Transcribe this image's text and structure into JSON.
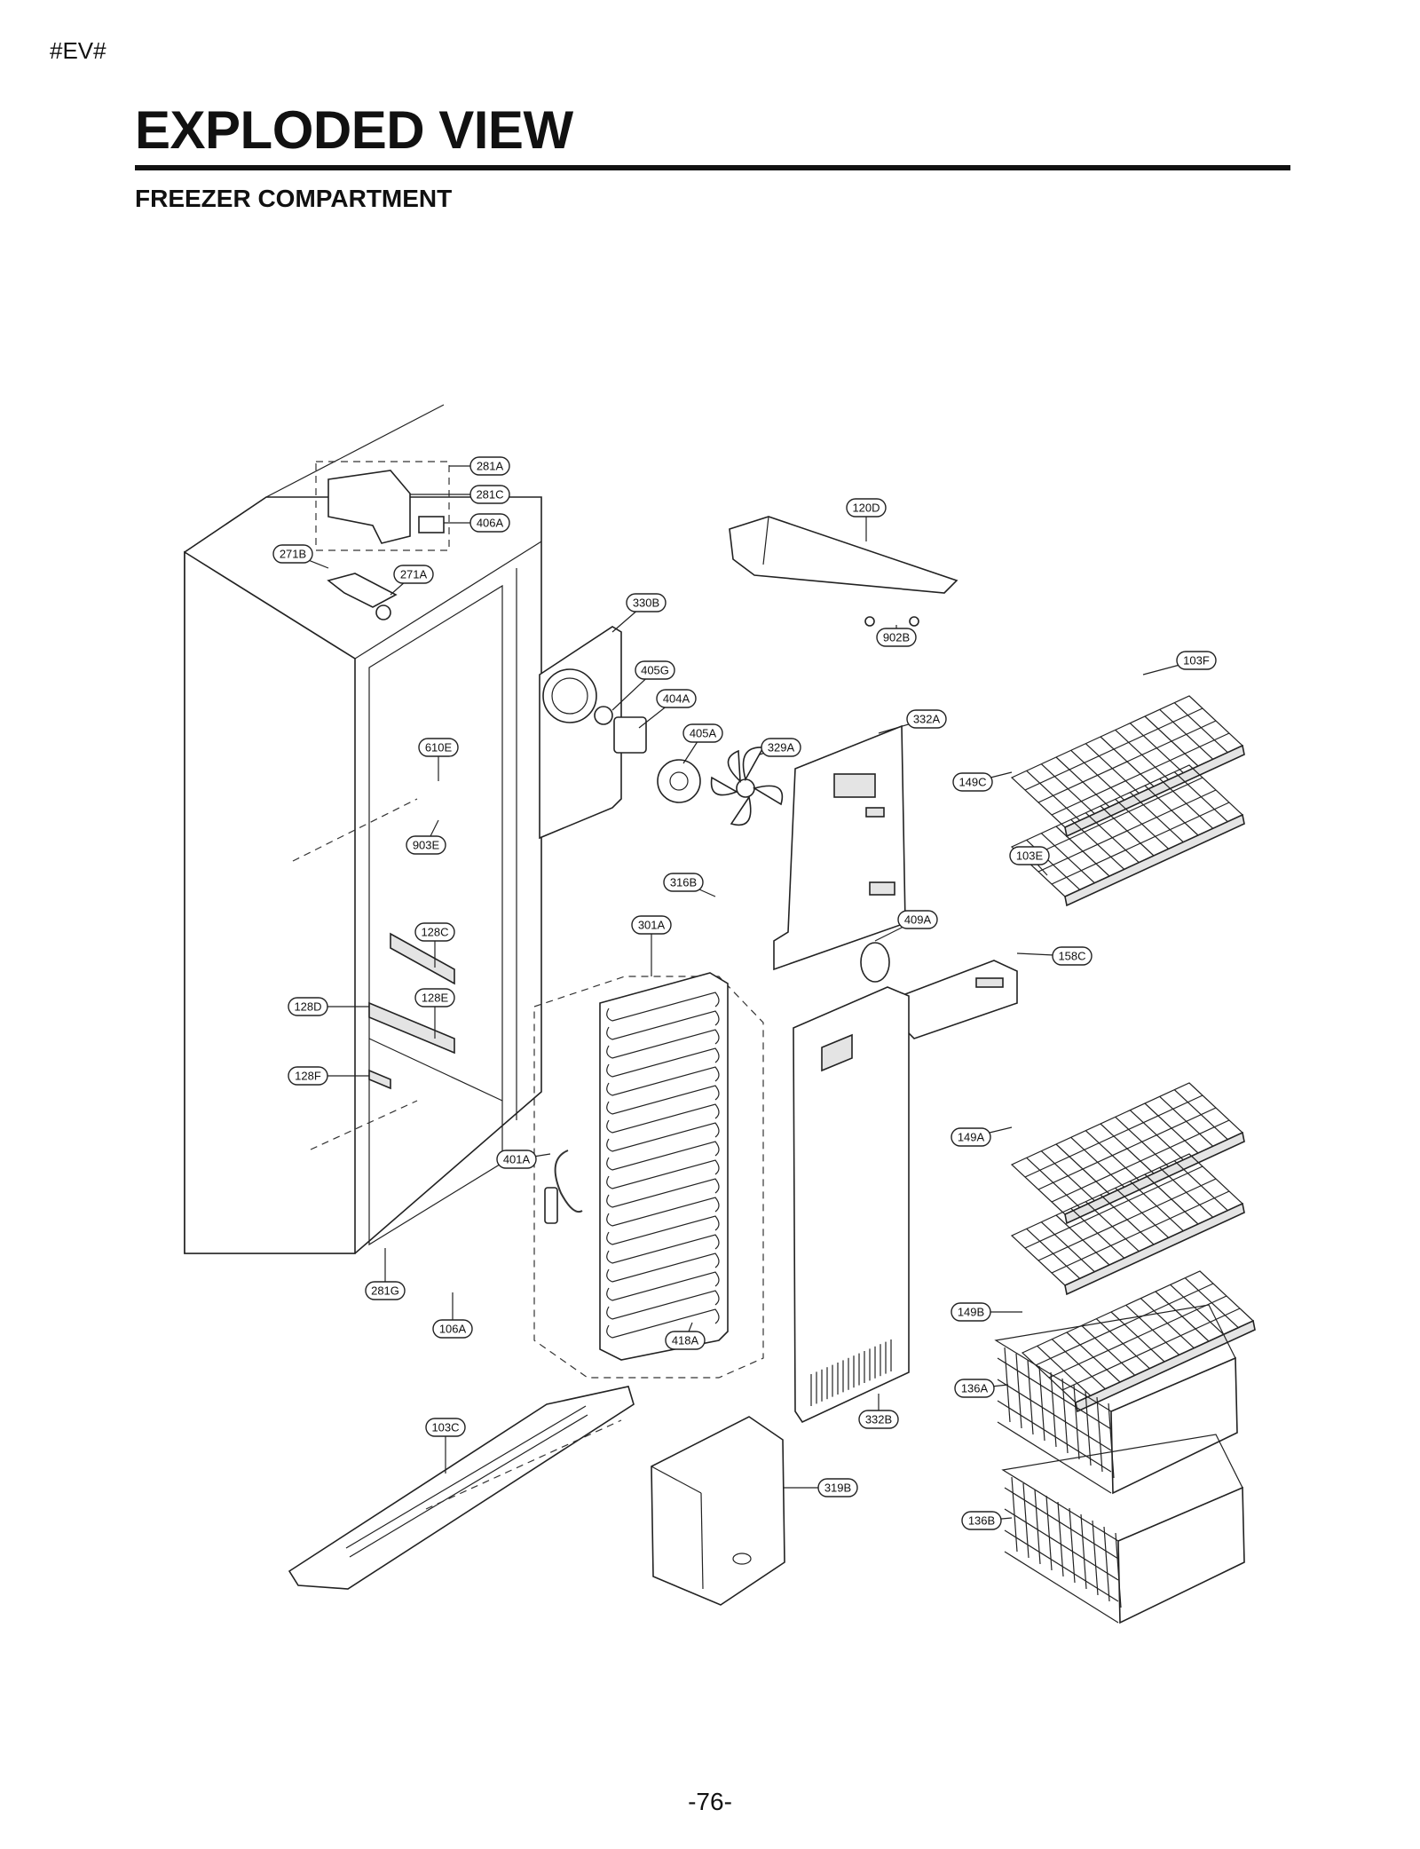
{
  "header": {
    "tag": "#EV#",
    "title": "EXPLODED VIEW",
    "subtitle": "FREEZER COMPARTMENT"
  },
  "footer": {
    "page_number": "-76-"
  },
  "parts": [
    {
      "id": "281A"
    },
    {
      "id": "281C"
    },
    {
      "id": "406A"
    },
    {
      "id": "271B"
    },
    {
      "id": "271A"
    },
    {
      "id": "120D"
    },
    {
      "id": "902B"
    },
    {
      "id": "330B"
    },
    {
      "id": "405G"
    },
    {
      "id": "404A"
    },
    {
      "id": "405A"
    },
    {
      "id": "329A"
    },
    {
      "id": "332A"
    },
    {
      "id": "103F"
    },
    {
      "id": "149C"
    },
    {
      "id": "610E"
    },
    {
      "id": "903E"
    },
    {
      "id": "103E"
    },
    {
      "id": "316B"
    },
    {
      "id": "301A"
    },
    {
      "id": "409A"
    },
    {
      "id": "158C"
    },
    {
      "id": "128C"
    },
    {
      "id": "128E"
    },
    {
      "id": "128D"
    },
    {
      "id": "128F"
    },
    {
      "id": "149A"
    },
    {
      "id": "401A"
    },
    {
      "id": "281G"
    },
    {
      "id": "106A"
    },
    {
      "id": "418A"
    },
    {
      "id": "149B"
    },
    {
      "id": "136A"
    },
    {
      "id": "332B"
    },
    {
      "id": "103C"
    },
    {
      "id": "319B"
    },
    {
      "id": "136B"
    }
  ]
}
